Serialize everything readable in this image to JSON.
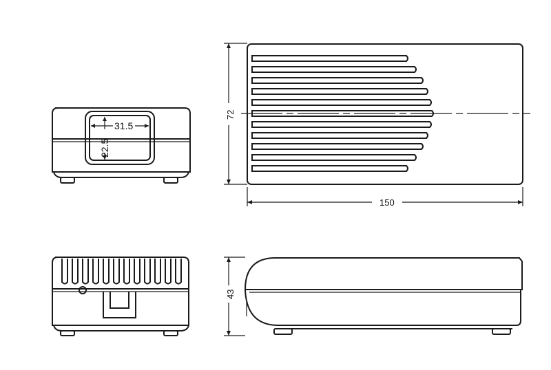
{
  "dimensions": {
    "width_side": "31.5",
    "height_side": "22.5",
    "depth_top": "72",
    "length_top": "150",
    "height_front": "43"
  },
  "colors": {
    "line": "#1a1a1a",
    "background": "#ffffff"
  }
}
